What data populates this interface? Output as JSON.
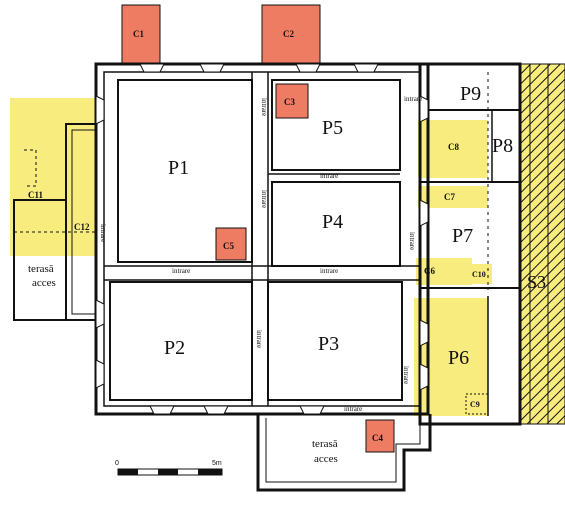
{
  "colors": {
    "trench_red": "#ee7c62",
    "trench_yellow": "#f9ec7e",
    "wall": "#111111",
    "hatch": "#e9cf3a",
    "background": "#ffffff"
  },
  "rooms": {
    "p1": "P1",
    "p2": "P2",
    "p3": "P3",
    "p4": "P4",
    "p5": "P5",
    "p6": "P6",
    "p7": "P7",
    "p8": "P8",
    "p9": "P9",
    "s3": "S3"
  },
  "trenches": {
    "c1": "C1",
    "c2": "C2",
    "c3": "C3",
    "c4": "C4",
    "c5": "C5",
    "c6": "C6",
    "c7": "C7",
    "c8": "C8",
    "c9": "C9",
    "c10": "C10",
    "c11": "C11",
    "c12": "C12"
  },
  "entrances": {
    "label": "intrare"
  },
  "terraces": {
    "west_line1": "terasă",
    "west_line2": "acces",
    "south_line1": "terasă",
    "south_line2": "acces"
  },
  "scale": {
    "start": "0",
    "end": "5m"
  }
}
